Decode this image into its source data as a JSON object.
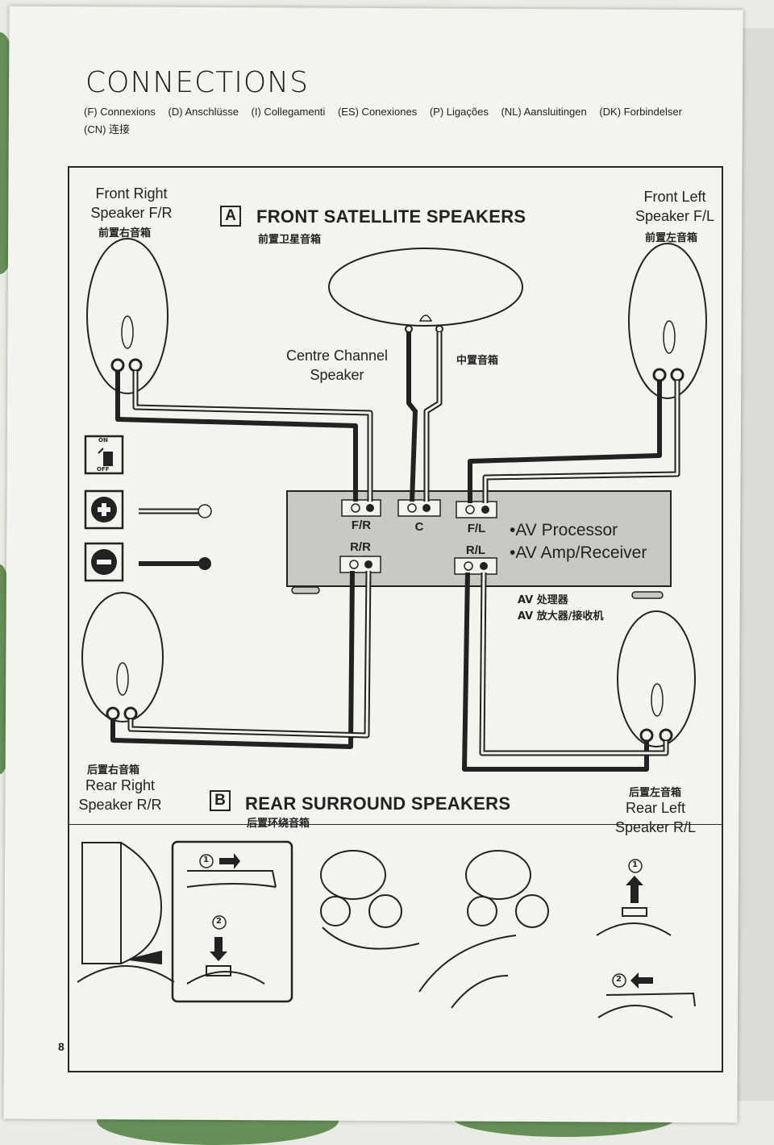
{
  "page": {
    "title": "CONNECTIONS",
    "languages": [
      "(F) Connexions",
      "(D) Anschlüsse",
      "(I) Collegamenti",
      "(ES) Conexiones",
      "(P) Ligações",
      "(NL) Aansluitingen",
      "(DK) Forbindelser",
      "(CN) 连接"
    ],
    "page_number": "8"
  },
  "section_a": {
    "letter": "A",
    "title": "FRONT SATELLITE SPEAKERS",
    "title_cn": "前置卫星音箱"
  },
  "section_b": {
    "letter": "B",
    "title": "REAR SURROUND SPEAKERS",
    "title_cn": "后置环绕音箱"
  },
  "speakers": {
    "front_right": {
      "line1": "Front Right",
      "line2": "Speaker F/R",
      "cn": "前置右音箱"
    },
    "front_left": {
      "line1": "Front Left",
      "line2": "Speaker F/L",
      "cn": "前置左音箱"
    },
    "centre": {
      "line1": "Centre Channel",
      "line2": "Speaker",
      "cn": "中置音箱"
    },
    "rear_right": {
      "line1": "Rear Right",
      "line2": "Speaker R/R",
      "cn": "后置右音箱"
    },
    "rear_left": {
      "line1": "Rear Left",
      "line2": "Speaker R/L",
      "cn": "后置左音箱"
    }
  },
  "terminals": {
    "fr": "F/R",
    "c": "C",
    "fl": "F/L",
    "rr": "R/R",
    "rl": "R/L"
  },
  "receiver": {
    "line1": "•AV Processor",
    "line2": "•AV Amp/Receiver",
    "cn1": "AV 处理器",
    "cn2": "AV 放大器/接收机"
  },
  "legend": {
    "switch_on": "ON",
    "switch_off": "OFF",
    "plus_icon": "plus-circle-icon",
    "minus_icon": "minus-circle-icon"
  },
  "steps": {
    "step1": "1",
    "step2": "2"
  },
  "colors": {
    "page": "#f3f3ef",
    "ink": "#222222",
    "receiver_fill": "#c9c9c4",
    "background_leaf": "#4f7f3e"
  }
}
